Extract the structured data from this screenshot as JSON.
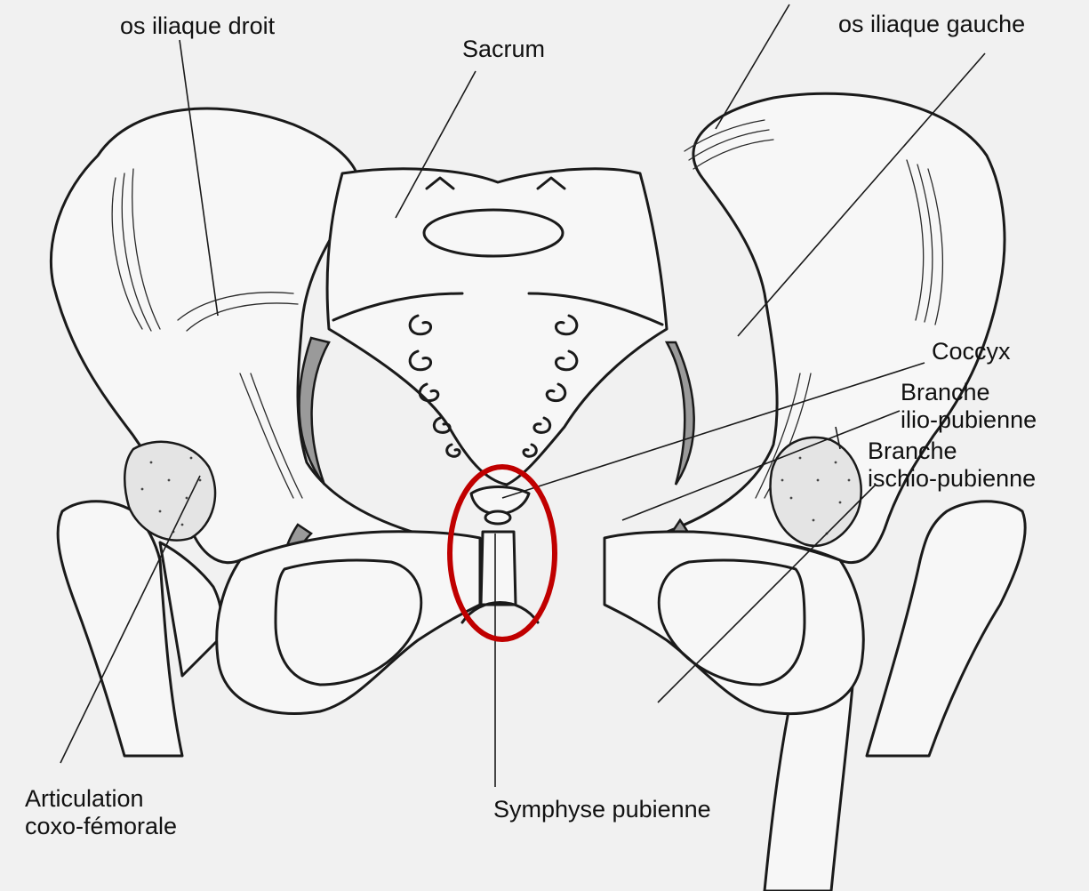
{
  "labels": {
    "os_iliaque_droit": "os iliaque droit",
    "sacrum": "Sacrum",
    "os_iliaque_gauche": "os iliaque gauche",
    "coccyx": "Coccyx",
    "branche_ilio_pubienne": [
      "Branche",
      "ilio-pubienne"
    ],
    "branche_ischio_pubienne": [
      "Branche",
      "ischio-pubienne"
    ],
    "articulation": [
      "Articulation",
      "coxo-fémorale"
    ],
    "symphyse": "Symphyse pubienne"
  },
  "colors": {
    "highlight_ellipse": "#c00000",
    "ink": "#1a1a1a",
    "background": "#f1f1f1"
  },
  "highlight": {
    "target": "Symphyse pubienne"
  }
}
